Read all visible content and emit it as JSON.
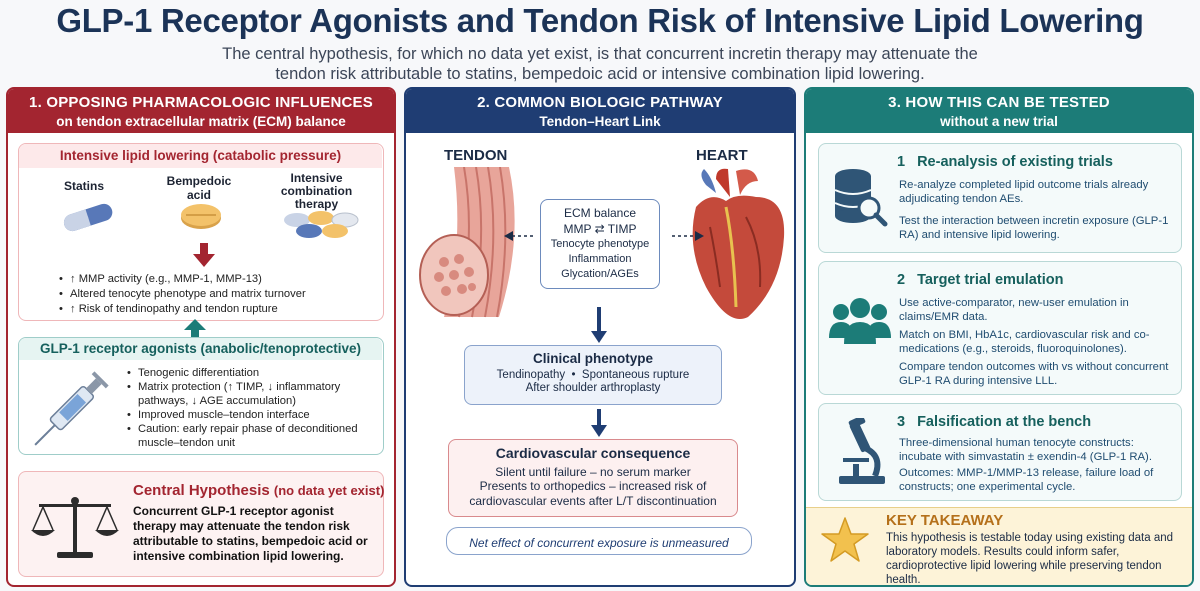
{
  "title": "GLP-1 Receptor Agonists and Tendon Risk of Intensive Lipid Lowering",
  "subtitle": "The central hypothesis, for which no data yet exist, is that concurrent incretin therapy may attenuate the tendon risk attributable to statins, bempedoic acid or intensive combination lipid lowering.",
  "panel1": {
    "heading": "1. OPPOSING PHARMACOLOGIC INFLUENCES",
    "subheading": "on tendon extracellular matrix (ECM) balance",
    "lipid_box": {
      "title": "Intensive lipid lowering (catabolic pressure)",
      "drugs": [
        "Statins",
        "Bempedoic acid",
        "Intensive combination therapy"
      ],
      "bullets": [
        "↑ MMP activity (e.g., MMP-1, MMP-13)",
        "Altered tenocyte phenotype and matrix turnover",
        "↑ Risk of tendinopathy and tendon rupture"
      ]
    },
    "glp_box": {
      "title": "GLP-1 receptor agonists (anabolic/tenoprotective)",
      "bullets": [
        "Tenogenic differentiation",
        "Matrix protection (↑ TIMP, ↓ inflammatory pathways, ↓ AGE accumulation)",
        "Improved muscle–tendon interface",
        "Caution: early repair phase of deconditioned muscle–tendon unit"
      ]
    },
    "hypothesis": {
      "title": "Central Hypothesis",
      "title_note": "(no data yet exist)",
      "text": "Concurrent GLP-1 receptor agonist therapy may attenuate the tendon risk attributable to statins, bempedoic acid or intensive combination lipid lowering."
    }
  },
  "panel2": {
    "heading": "2. COMMON BIOLOGIC PATHWAY",
    "subheading": "Tendon–Heart Link",
    "tendon_label": "TENDON",
    "heart_label": "HEART",
    "pathway": [
      "ECM balance",
      "MMP ⇄ TIMP",
      "Tenocyte phenotype",
      "Inflammation",
      "Glycation/AGEs"
    ],
    "clinical": {
      "title": "Clinical phenotype",
      "line1": "Tendinopathy  •  Spontaneous rupture",
      "line2": "After shoulder arthroplasty"
    },
    "cardio": {
      "title": "Cardiovascular consequence",
      "line1": "Silent until failure – no serum marker",
      "line2": "Presents to orthopedics – increased risk of cardiovascular events after L/T discontinuation"
    },
    "net_effect": "Net effect of concurrent exposure is unmeasured"
  },
  "panel3": {
    "heading": "3. HOW THIS CAN BE TESTED",
    "subheading": "without a new trial",
    "cards": [
      {
        "num": "1",
        "title": "Re-analysis of existing trials",
        "icon": "database-search-icon",
        "p1": "Re-analyze completed lipid outcome trials already adjudicating tendon AEs.",
        "p2": "Test the interaction between incretin exposure (GLP-1 RA) and intensive lipid lowering."
      },
      {
        "num": "2",
        "title": "Target trial emulation",
        "icon": "people-group-icon",
        "p1": "Use active-comparator, new-user emulation in claims/EMR data.",
        "p2": "Match on BMI, HbA1c, cardiovascular risk and co-medications (e.g., steroids, fluoroquinolones).",
        "p3": "Compare tendon outcomes with vs without concurrent GLP-1 RA during intensive LLL."
      },
      {
        "num": "3",
        "title": "Falsification at the bench",
        "icon": "microscope-icon",
        "p1": "Three-dimensional human tenocyte constructs: incubate with simvastatin ± exendin-4 (GLP-1 RA).",
        "p2": "Outcomes: MMP-1/MMP-13 release, failure load of constructs; one experimental cycle."
      }
    ],
    "takeaway": {
      "title": "KEY TAKEAWAY",
      "text": "This hypothesis is testable today using existing data and laboratory models. Results could inform safer, cardioprotective lipid lowering while preserving tendon health."
    }
  },
  "colors": {
    "red": "#a32530",
    "navy": "#1f3d73",
    "teal": "#1c7c78",
    "gold": "#f2c14e"
  }
}
